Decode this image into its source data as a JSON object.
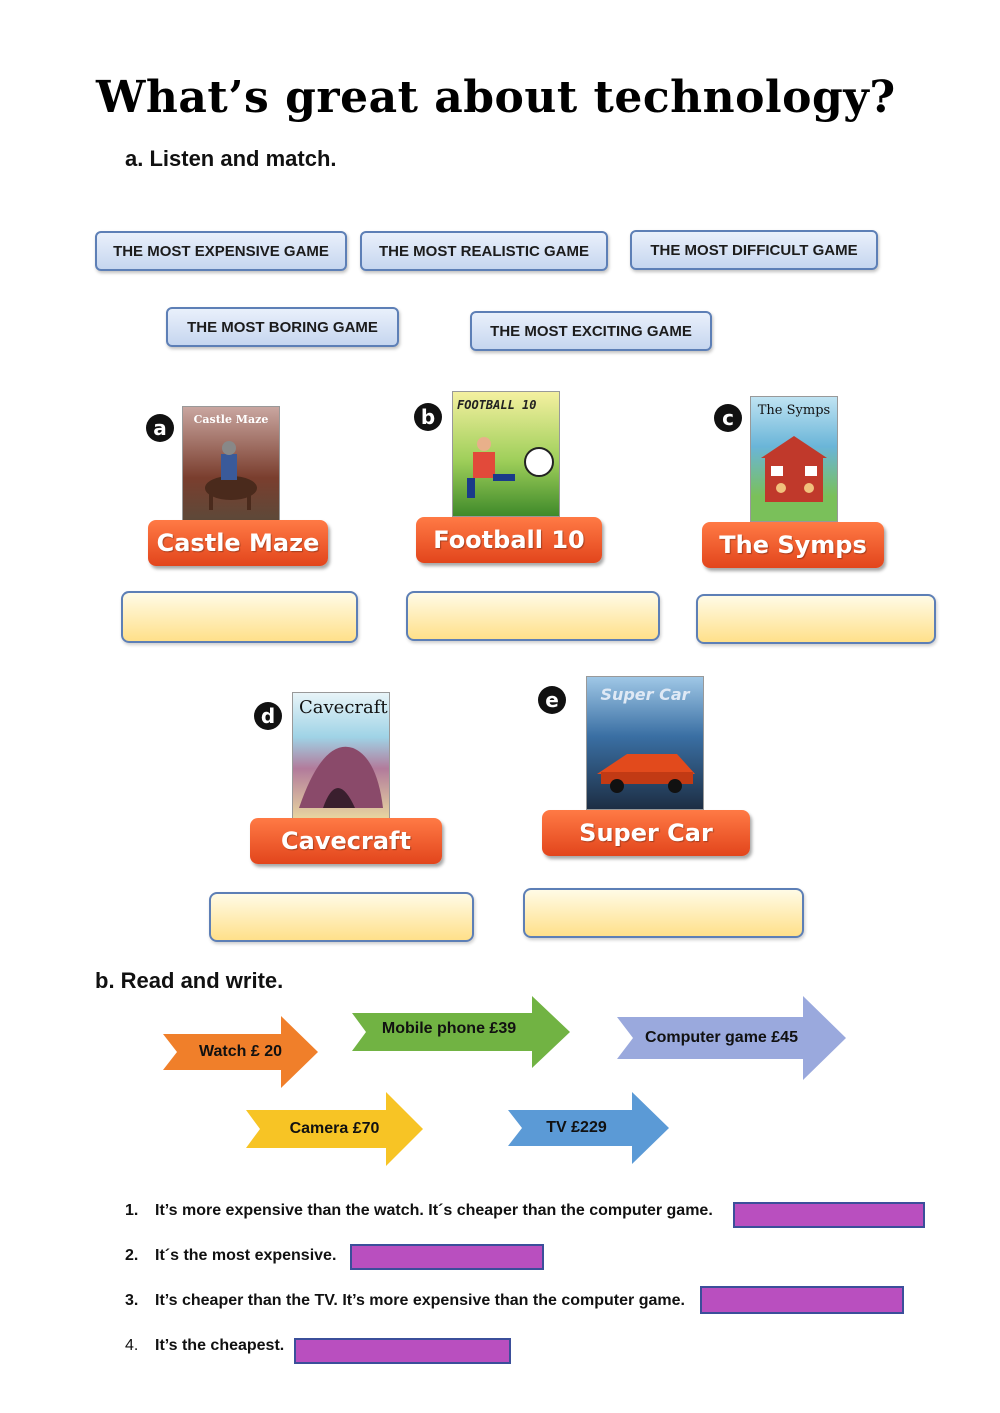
{
  "title": "What’s great about technology?",
  "section_a": {
    "heading": "a.  Listen and match.",
    "labels": [
      "THE MOST EXPENSIVE GAME",
      "THE MOST REALISTIC GAME",
      "THE MOST DIFFICULT GAME",
      "THE MOST BORING GAME",
      "THE MOST EXCITING GAME"
    ],
    "games": [
      {
        "letter": "a",
        "name": "Castle Maze",
        "cover_text": "Castle Maze",
        "color": "#7a3e2e"
      },
      {
        "letter": "b",
        "name": "Football 10",
        "cover_text": "FOOTBALL 10",
        "color": "#5a8f2c"
      },
      {
        "letter": "c",
        "name": "The Symps",
        "cover_text": "The Symps",
        "color": "#6ab5d8"
      },
      {
        "letter": "d",
        "name": "Cavecraft",
        "cover_text": "Cavecraft",
        "color": "#b27b9b"
      },
      {
        "letter": "e",
        "name": "Super Car",
        "cover_text": "Super Car",
        "color": "#3a6fa3"
      }
    ]
  },
  "section_b": {
    "heading": "b. Read and write.",
    "arrows": [
      {
        "label": "Watch £ 20",
        "color": "#f07f2a"
      },
      {
        "label": "Mobile phone £39",
        "color": "#71b343"
      },
      {
        "label": "Computer game £45",
        "color": "#9aa9dd"
      },
      {
        "label": "Camera £70",
        "color": "#f7c425"
      },
      {
        "label": "TV £229",
        "color": "#5b9ad6"
      }
    ],
    "questions": [
      {
        "num": "1.",
        "text": "It’s more expensive than the watch.  It´s cheaper than the computer game."
      },
      {
        "num": "2.",
        "text": "It´s the most expensive."
      },
      {
        "num": "3.",
        "text": "It’s cheaper than the TV. It’s more expensive than the computer game."
      },
      {
        "num": "4.",
        "text": "It’s the cheapest."
      }
    ]
  }
}
